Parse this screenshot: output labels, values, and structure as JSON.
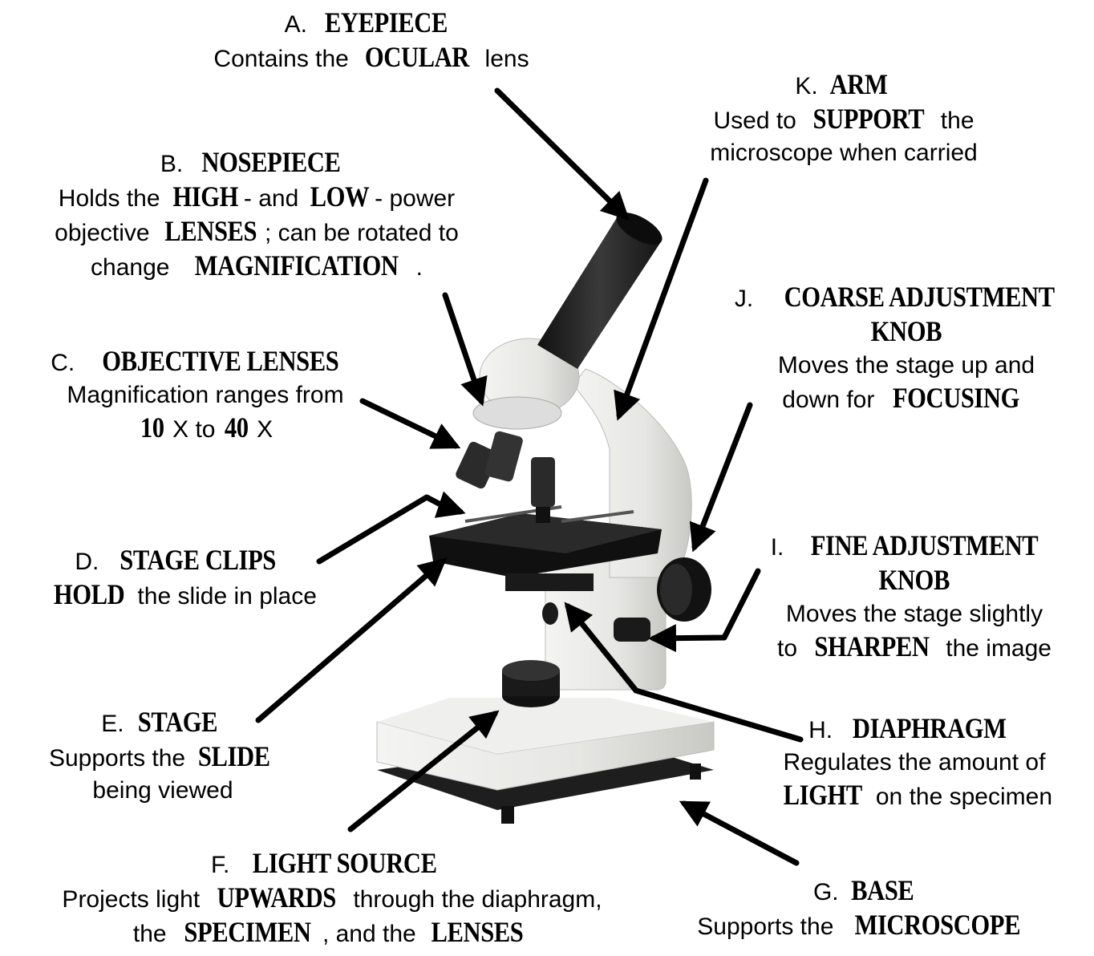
{
  "labels": {
    "A": {
      "letter": "A.",
      "name": "EYEPIECE",
      "lines": [
        [
          {
            "t": "Contains the "
          },
          {
            "t": "OCULAR",
            "b": true
          },
          {
            "t": " lens"
          }
        ]
      ]
    },
    "K": {
      "letter": "K.",
      "name": "ARM",
      "lines": [
        [
          {
            "t": "Used to "
          },
          {
            "t": "SUPPORT",
            "b": true
          },
          {
            "t": " the"
          }
        ],
        [
          {
            "t": "microscope when carried"
          }
        ]
      ]
    },
    "B": {
      "letter": "B.",
      "name": "NOSEPIECE",
      "lines": [
        [
          {
            "t": "Holds the "
          },
          {
            "t": "HIGH",
            "b": true
          },
          {
            "t": "- and "
          },
          {
            "t": "LOW",
            "b": true
          },
          {
            "t": "- power"
          }
        ],
        [
          {
            "t": "objective "
          },
          {
            "t": "LENSES",
            "b": true
          },
          {
            "t": ";  can be rotated to"
          }
        ],
        [
          {
            "t": "change "
          },
          {
            "t": "MAGNIFICATION",
            "b": true
          },
          {
            "t": "."
          }
        ]
      ]
    },
    "J": {
      "letter": "J.",
      "name": "COARSE ADJUSTMENT",
      "lines": [
        [
          {
            "t": "KNOB",
            "b": true
          }
        ],
        [
          {
            "t": "Moves the stage up and"
          }
        ],
        [
          {
            "t": "down for "
          },
          {
            "t": "FOCUSING",
            "b": true
          }
        ]
      ]
    },
    "C": {
      "letter": "C.",
      "name": "OBJECTIVE LENSES",
      "lines": [
        [
          {
            "t": "Magnification ranges from"
          }
        ],
        [
          {
            "t": "10",
            "b": true
          },
          {
            "t": " X to "
          },
          {
            "t": "40",
            "b": true
          },
          {
            "t": " X"
          }
        ]
      ]
    },
    "D": {
      "letter": "D.",
      "name": "STAGE CLIPS",
      "lines": [
        [
          {
            "t": "HOLD",
            "b": true
          },
          {
            "t": " the slide in place"
          }
        ]
      ]
    },
    "I": {
      "letter": "I.",
      "name": "FINE ADJUSTMENT",
      "lines": [
        [
          {
            "t": "KNOB",
            "b": true
          }
        ],
        [
          {
            "t": "Moves the stage slightly"
          }
        ],
        [
          {
            "t": "to "
          },
          {
            "t": "SHARPEN",
            "b": true
          },
          {
            "t": " the image"
          }
        ]
      ]
    },
    "E": {
      "letter": "E.",
      "name": "STAGE",
      "lines": [
        [
          {
            "t": "Supports the "
          },
          {
            "t": "SLIDE",
            "b": true
          }
        ],
        [
          {
            "t": "being viewed"
          }
        ]
      ]
    },
    "H": {
      "letter": "H.",
      "name": "DIAPHRAGM",
      "lines": [
        [
          {
            "t": "Regulates the amount of"
          }
        ],
        [
          {
            "t": "LIGHT",
            "b": true
          },
          {
            "t": " on the specimen"
          }
        ]
      ]
    },
    "F": {
      "letter": "F.",
      "name": "LIGHT SOURCE",
      "lines": [
        [
          {
            "t": "Projects light "
          },
          {
            "t": "UPWARDS",
            "b": true
          },
          {
            "t": " through the diaphragm,"
          }
        ],
        [
          {
            "t": "the "
          },
          {
            "t": "SPECIMEN",
            "b": true
          },
          {
            "t": ", and the "
          },
          {
            "t": "LENSES",
            "b": true
          }
        ]
      ]
    },
    "G": {
      "letter": "G.",
      "name": "BASE",
      "lines": [
        [
          {
            "t": "Supports the "
          },
          {
            "t": "MICROSCOPE",
            "b": true
          }
        ]
      ]
    }
  },
  "colors": {
    "body": "#e8e8e6",
    "shade": "#c9c9c6",
    "dark": "#2a2a2a",
    "arrow": "#000000"
  }
}
